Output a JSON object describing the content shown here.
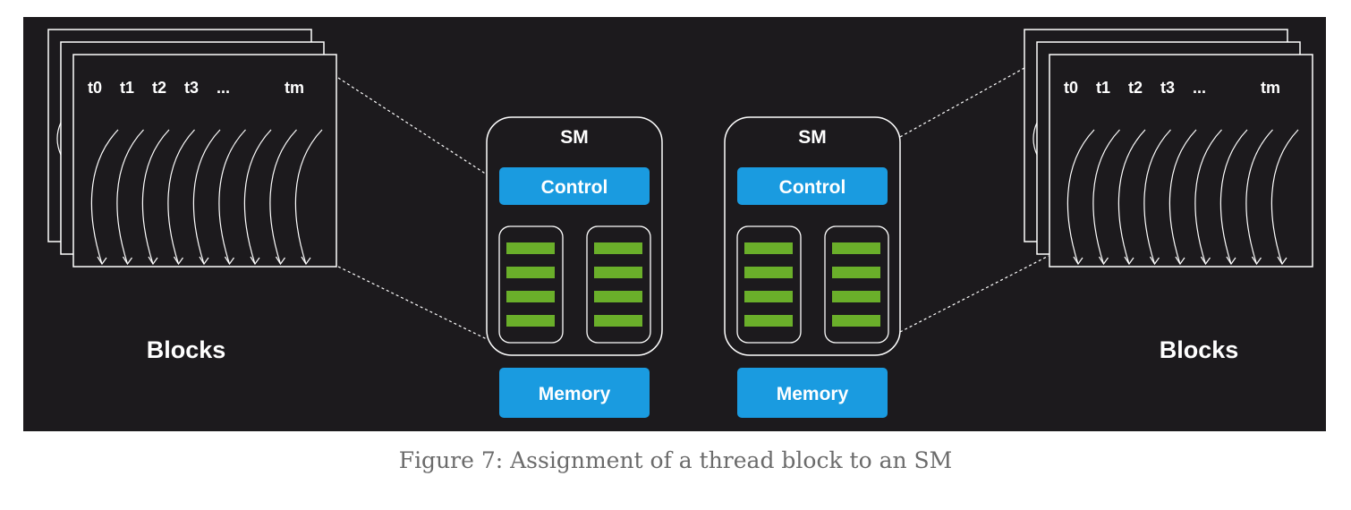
{
  "diagram": {
    "thread_labels": [
      "t0",
      "t1",
      "t2",
      "t3",
      "...",
      "tm"
    ],
    "blocks_label": "Blocks",
    "sm_title": "SM",
    "control_label": "Control",
    "memory_label": "Memory",
    "colors": {
      "background": "#1c1a1d",
      "box_blue": "#1a9be0",
      "core_green": "#6aaf2a",
      "line": "#ffffff"
    }
  },
  "caption": "Figure 7: Assignment of a thread block to an SM"
}
